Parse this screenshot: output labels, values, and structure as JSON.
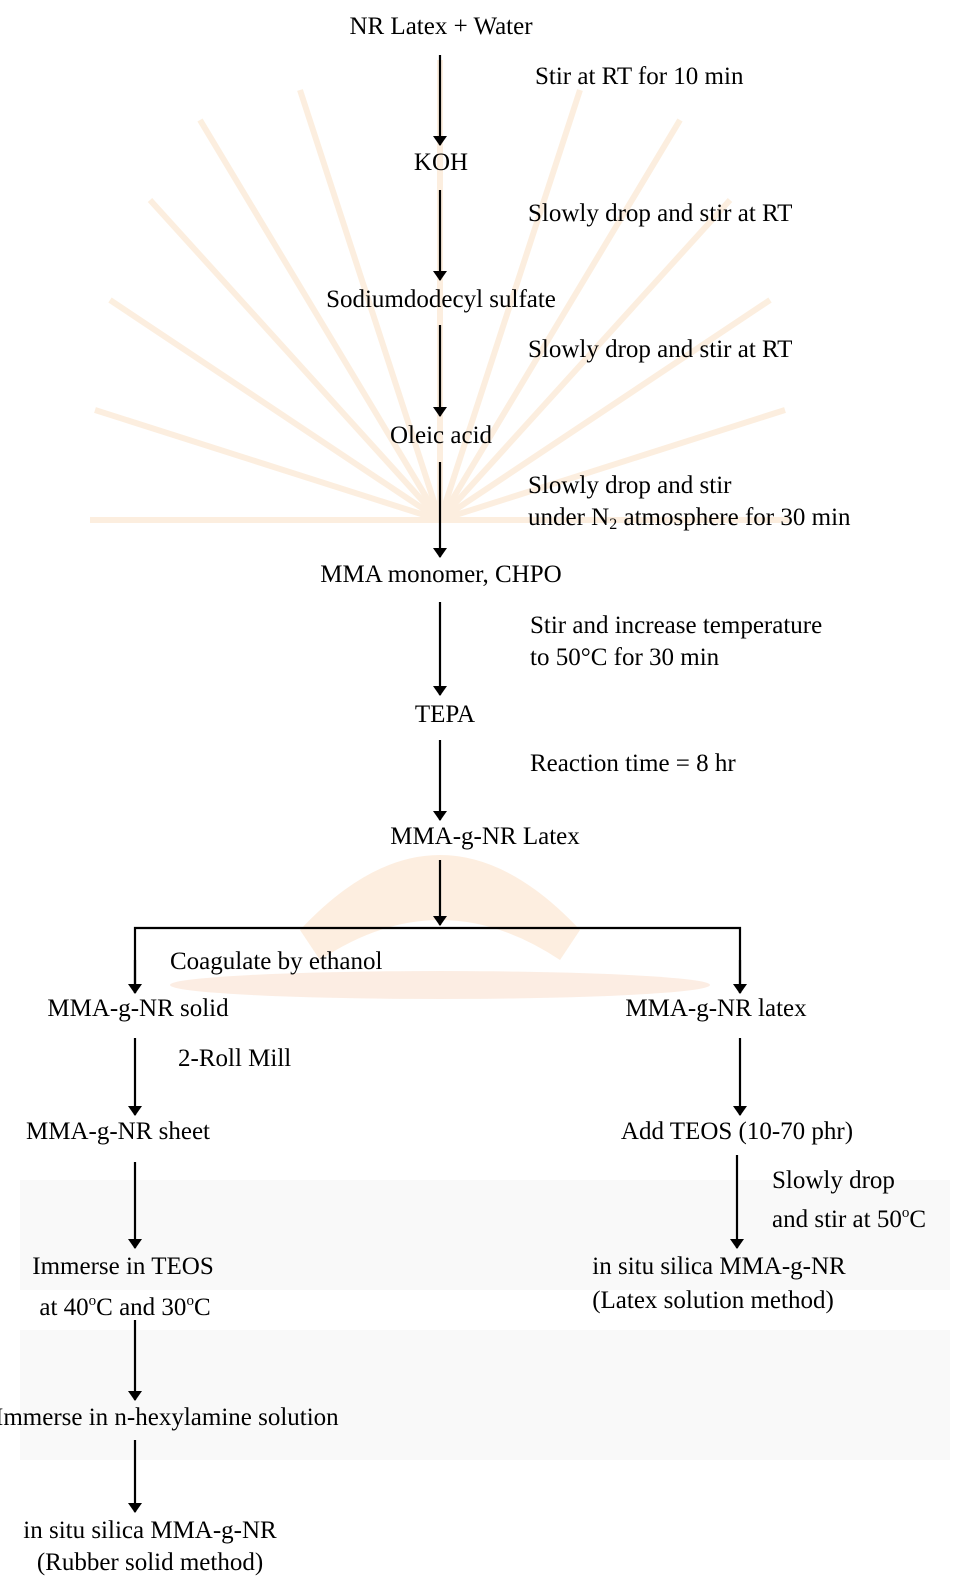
{
  "nodes": {
    "n1": "NR Latex + Water",
    "n2": "KOH",
    "n3": "Sodiumdodecyl sulfate",
    "n4": "Oleic acid",
    "n5": "MMA monomer, CHPO",
    "n6": "TEPA",
    "n7": "MMA-g-NR Latex",
    "left1": "MMA-g-NR solid",
    "left2": "MMA-g-NR sheet",
    "left3_line1": "Immerse in TEOS",
    "left3_line2_pre": "at 40",
    "left3_line2_mid": "C and 30",
    "left3_line2_end": "C",
    "left4": "Immerse in n-hexylamine solution",
    "left5_line1": "in situ silica MMA-g-NR",
    "left5_line2": "(Rubber solid method)",
    "right1": "MMA-g-NR latex",
    "right2": "Add TEOS (10-70 phr)",
    "right3_line1": "in situ silica MMA-g-NR",
    "right3_line2": "(Latex solution method)"
  },
  "steps": {
    "s1": "Stir at RT for 10 min",
    "s2": "Slowly drop and stir at RT",
    "s3": "Slowly drop and stir at RT",
    "s4_line1": "Slowly drop and stir",
    "s4_line2_pre": "under N",
    "s4_line2_sub": "2",
    "s4_line2_post": " atmosphere for 30 min",
    "s5_line1": "Stir and increase temperature",
    "s5_line2": "to 50°C for 30 min",
    "s6": "Reaction time = 8 hr",
    "coag": "Coagulate by ethanol",
    "mill": "2-Roll Mill",
    "r_line1": "Slowly drop",
    "r_line2_pre": "and stir at 50",
    "r_line2_end": "C"
  },
  "degree_mark": "o"
}
